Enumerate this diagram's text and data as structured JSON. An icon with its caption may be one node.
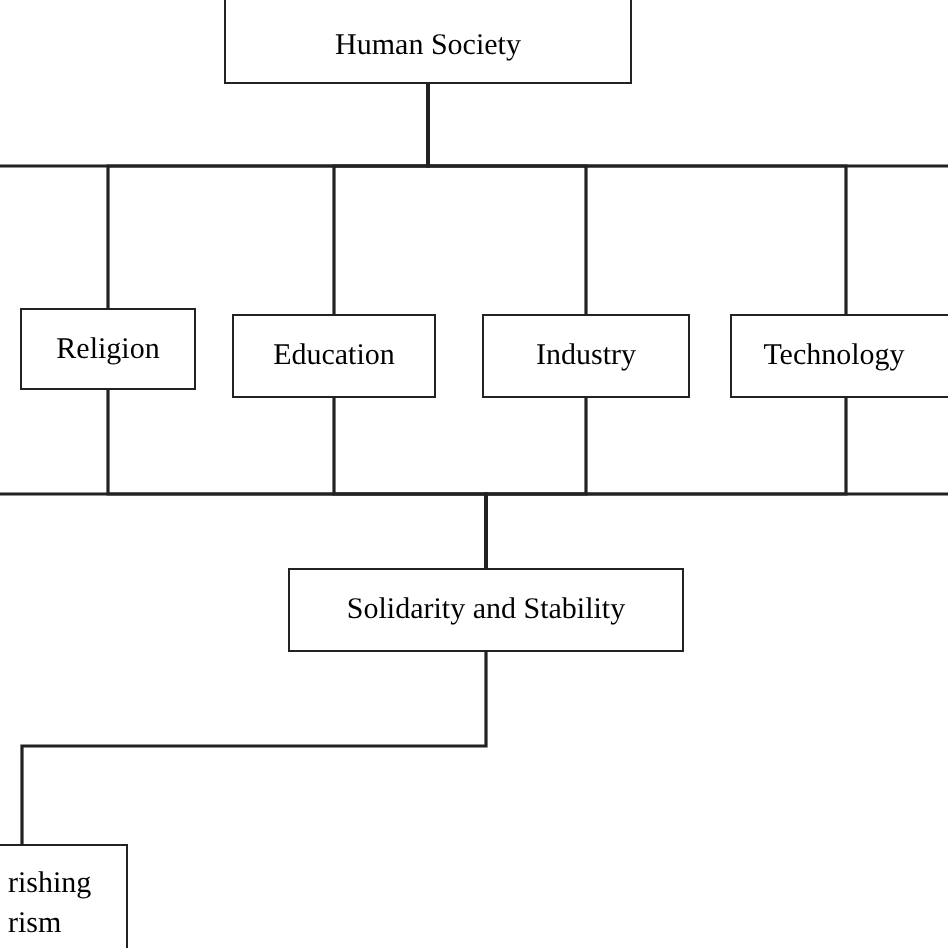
{
  "diagram": {
    "nodes": [
      {
        "text": [
          "Human Society"
        ]
      },
      {
        "text": [
          "Religion"
        ]
      },
      {
        "text": [
          "Education"
        ]
      },
      {
        "text": [
          "Industry"
        ]
      },
      {
        "text": [
          "Technology"
        ]
      },
      {
        "text": [
          "Solidarity and Stability"
        ]
      },
      {
        "text": [
          "rishing rism"
        ]
      }
    ],
    "edges": [
      {
        "from": 0,
        "to": 1,
        "arrow": "none"
      },
      {
        "from": 0,
        "to": 2,
        "arrow": "none"
      },
      {
        "from": 0,
        "to": 3,
        "arrow": "none"
      },
      {
        "from": 0,
        "to": 4,
        "arrow": "none"
      },
      {
        "from": 0,
        "to": null,
        "arrow": "none"
      },
      {
        "from": 0,
        "to": null,
        "arrow": "none"
      },
      {
        "from": 1,
        "to": 5,
        "arrow": "none"
      },
      {
        "from": 2,
        "to": 5,
        "arrow": "none"
      },
      {
        "from": 3,
        "to": 5,
        "arrow": "none"
      },
      {
        "from": 4,
        "to": 5,
        "arrow": "none"
      },
      {
        "from": null,
        "to": 5,
        "arrow": "none"
      },
      {
        "from": null,
        "to": 5,
        "arrow": "none"
      },
      {
        "from": 5,
        "to": 6,
        "arrow": "none"
      }
    ]
  }
}
